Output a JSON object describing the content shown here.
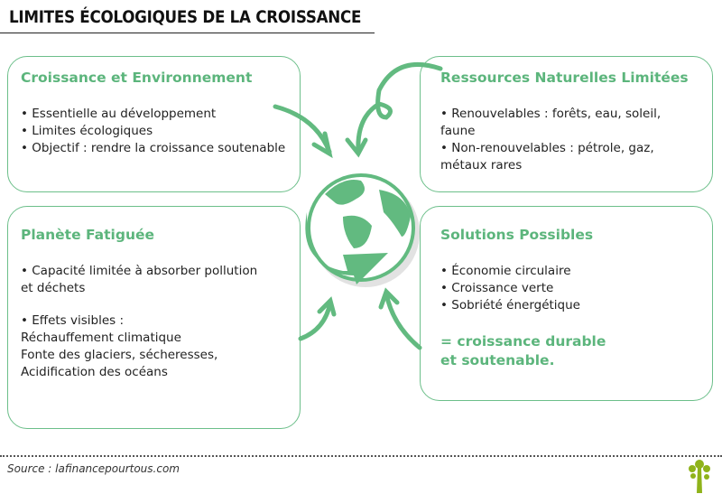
{
  "title": "LIMITES ÉCOLOGIQUES DE LA CROISSANCE",
  "boxes": {
    "croissance": {
      "heading": "Croissance et Environnement",
      "items": [
        "• Essentielle au développement",
        "• Limites écologiques",
        "• Objectif : rendre la croissance soutenable"
      ]
    },
    "planete": {
      "heading": "Planète Fatiguée",
      "items": [
        "• Capacité limitée à absorber pollution",
        "et déchets",
        "• Effets visibles :",
        "Réchauffement climatique",
        "Fonte des glaciers, sécheresses,",
        "Acidification des océans"
      ]
    },
    "ressources": {
      "heading": "Ressources Naturelles Limitées",
      "items": [
        "• Renouvelables : forêts, eau, soleil, faune",
        "• Non-renouvelables : pétrole, gaz,",
        "métaux rares"
      ]
    },
    "solutions": {
      "heading": "Solutions Possibles",
      "items": [
        "• Économie circulaire",
        "• Croissance verte",
        "• Sobriété énergétique"
      ],
      "conclusion": [
        "= croissance durable",
        "et soutenable."
      ]
    }
  },
  "source": "Source : lafinancepourtous.com",
  "colors": {
    "accent": "#5cb57c",
    "logo": "#8fb31a"
  }
}
